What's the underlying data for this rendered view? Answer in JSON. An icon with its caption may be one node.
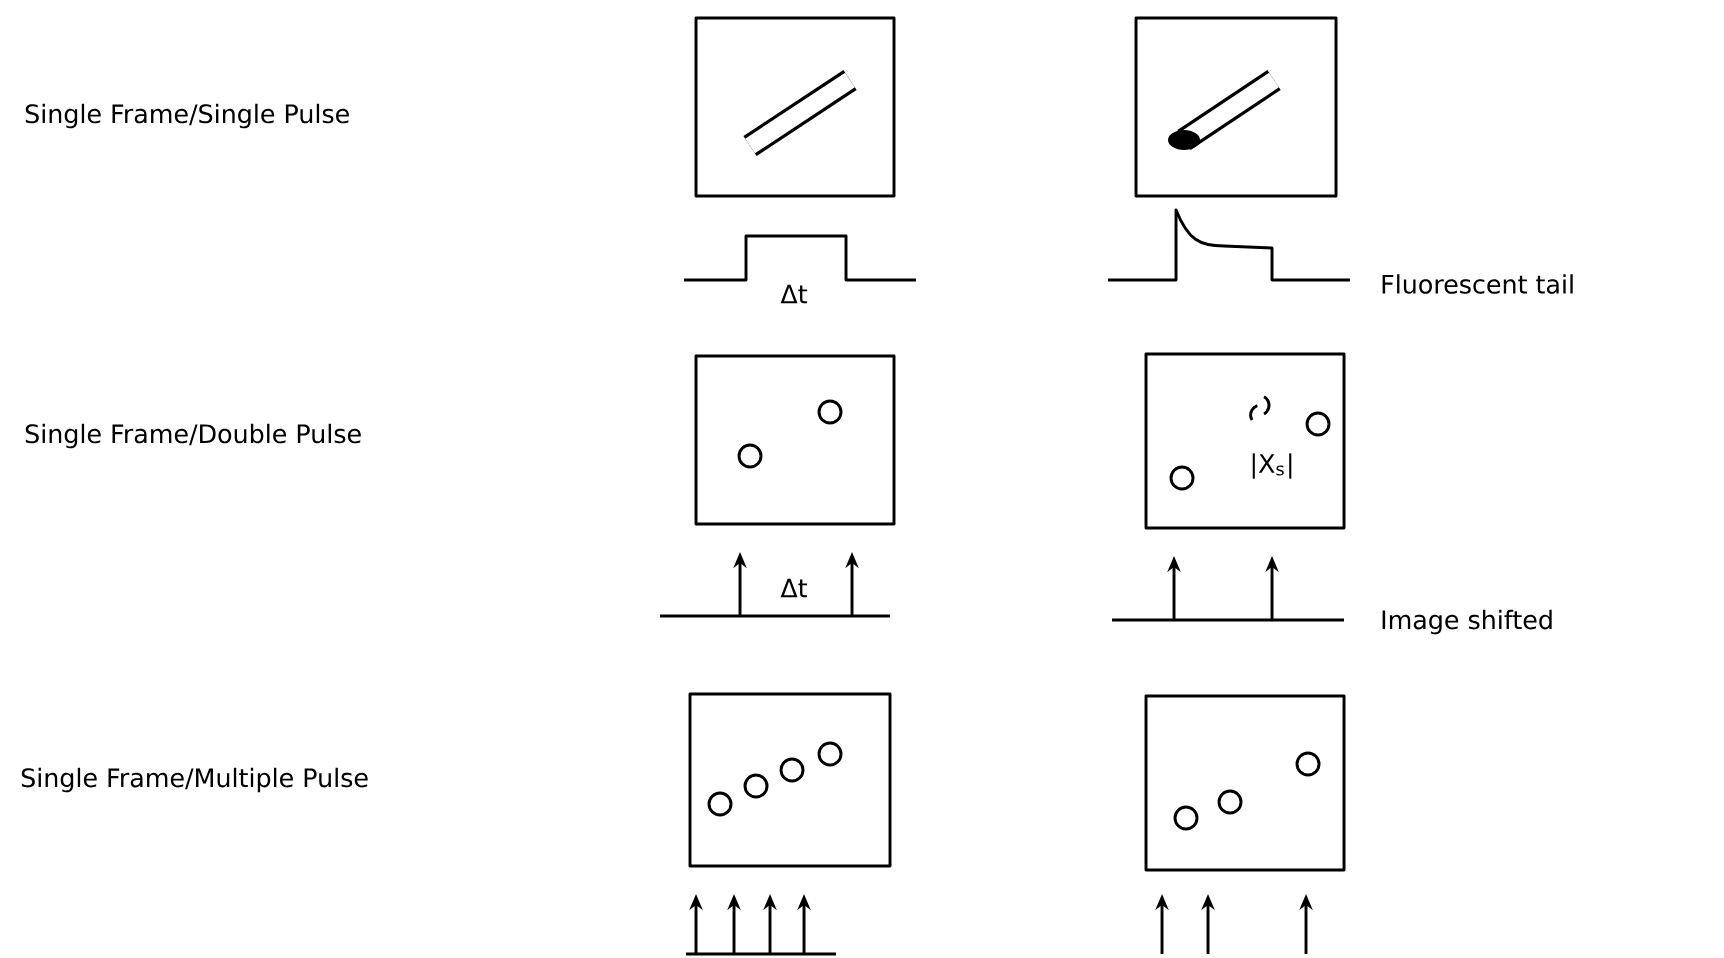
{
  "diagram": {
    "labels": [
      "Single Frame/Single Pulse",
      "Δt",
      "Fluorescent tail",
      "Single Frame/Double Pulse",
      "|X$_{s}$|",
      "Δt",
      "Image shifted",
      "Single Frame/Multiple Pulse"
    ]
  }
}
